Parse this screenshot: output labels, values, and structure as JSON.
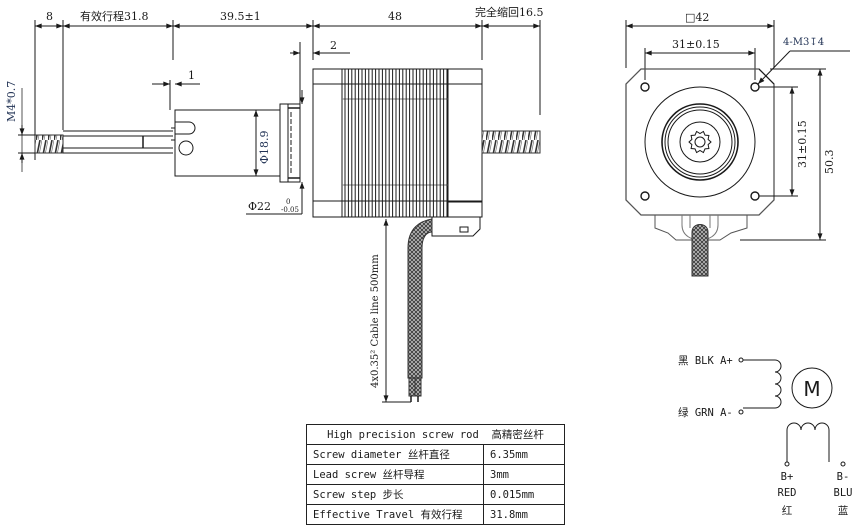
{
  "side_view": {
    "dim_thread_len": "8",
    "dim_effective_travel": "有效行程31.8",
    "dim_shaft_len": "39.5±1",
    "dim_motor_len": "48",
    "dim_retract": "完全缩回16.5",
    "dim_flange_gap": "2",
    "dim_nut_offset": "1",
    "dim_thread": "M4*0.7",
    "dim_nut_dia": "Φ18.9",
    "dim_boss_dia": "Φ22",
    "dim_boss_tol_upper": "0",
    "dim_boss_tol_lower": "-0.05",
    "cable_label": "4x0.35² Cable line 500mm"
  },
  "front_view": {
    "dim_square": "□42",
    "dim_hole_pitch_h": "31±0.15",
    "dim_hole_pitch_v": "31±0.15",
    "dim_height": "50.3",
    "hole_callout": "4-M3↧4"
  },
  "wiring": {
    "a_plus": "黑 BLK A+",
    "a_minus": "绿 GRN A-",
    "motor_symbol": "M",
    "b_plus": "B+",
    "b_plus_color": "RED",
    "b_plus_cn": "红",
    "b_minus": "B-",
    "b_minus_color": "BLU",
    "b_minus_cn": "蓝"
  },
  "spec_table": {
    "header_en": "High precision screw rod",
    "header_cn": "高精密丝杆",
    "rows": [
      {
        "label": "Screw diameter 丝杆直径",
        "value": "6.35mm"
      },
      {
        "label": "Lead screw 丝杆导程",
        "value": "3mm"
      },
      {
        "label": "Screw step 步长",
        "value": "0.015mm"
      },
      {
        "label": "Effective Travel 有效行程",
        "value": "31.8mm"
      }
    ]
  },
  "colors": {
    "line": "#1a1a1a",
    "dim_text_blue": "#223355",
    "hatch": "#555555"
  }
}
